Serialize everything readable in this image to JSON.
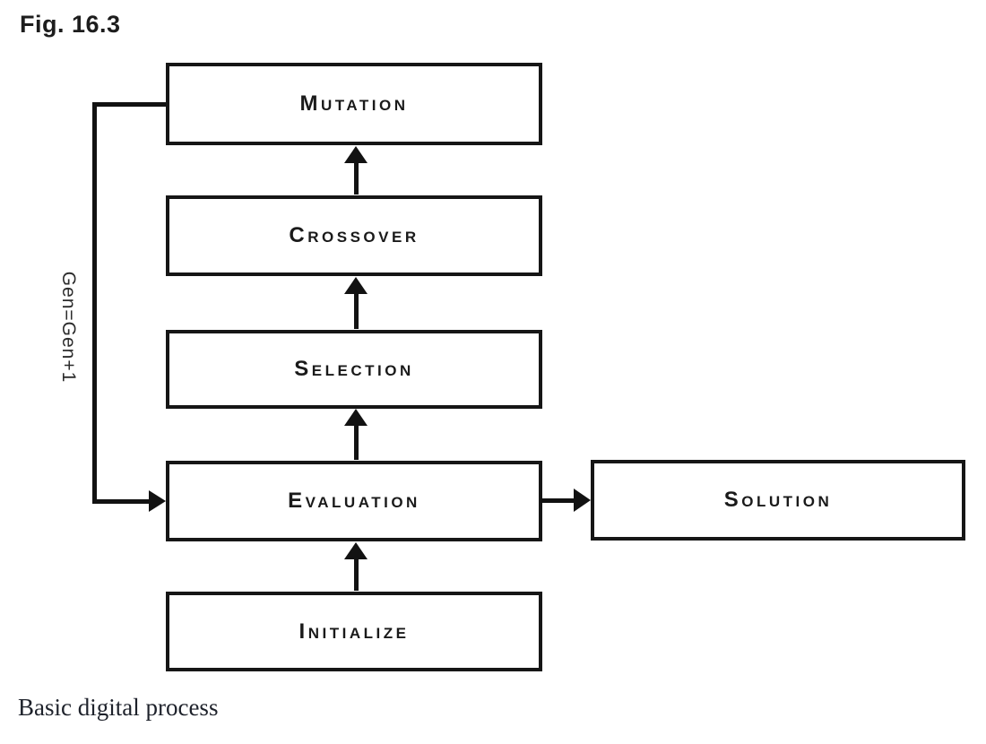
{
  "figure": {
    "title": "Fig. 16.3",
    "caption": "Basic digital process"
  },
  "diagram": {
    "type": "flowchart",
    "loop_label": "Gen=Gen+1",
    "nodes": [
      {
        "id": "mutation",
        "label": "Mutation"
      },
      {
        "id": "crossover",
        "label": "Crossover"
      },
      {
        "id": "selection",
        "label": "Selection"
      },
      {
        "id": "evaluation",
        "label": "Evaluation"
      },
      {
        "id": "solution",
        "label": "Solution"
      },
      {
        "id": "initialize",
        "label": "Initialize"
      }
    ],
    "edges": [
      {
        "from": "initialize",
        "to": "evaluation",
        "direction": "up"
      },
      {
        "from": "evaluation",
        "to": "selection",
        "direction": "up"
      },
      {
        "from": "selection",
        "to": "crossover",
        "direction": "up"
      },
      {
        "from": "crossover",
        "to": "mutation",
        "direction": "up"
      },
      {
        "from": "evaluation",
        "to": "solution",
        "direction": "right"
      },
      {
        "from": "mutation",
        "to": "evaluation",
        "direction": "feedback-left-loop",
        "label": "Gen=Gen+1"
      }
    ],
    "colors": {
      "line": "#121212",
      "box_border": "#161616",
      "box_fill": "#ffffff",
      "text": "#1a1a1a",
      "caption_text": "#1e222b"
    }
  }
}
